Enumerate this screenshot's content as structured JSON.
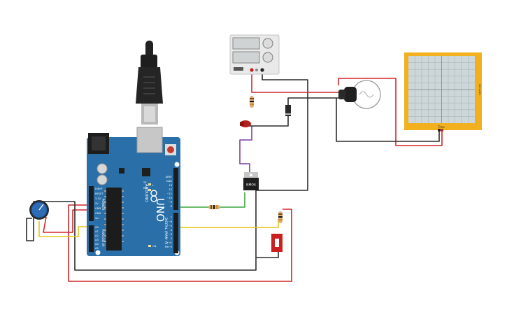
{
  "arduino": {
    "board_name": "UNO",
    "brand": "ARDUINO",
    "power_header": "POWER",
    "analog_header": "ANALOG IN",
    "digital_header": "DIGITAL (PWM ~)",
    "power_pins": [
      "IOREF",
      "RESET",
      "3.3V",
      "5V",
      "GND",
      "GND",
      "Vin"
    ],
    "analog_pins": [
      "A0",
      "A1",
      "A2",
      "A3",
      "A4",
      "A5"
    ],
    "digital_top_pins": [
      "AREF",
      "GND",
      "13",
      "12",
      "~11",
      "~10",
      "~9",
      "8"
    ],
    "digital_bottom_pins": [
      "7",
      "~6",
      "~5",
      "4",
      "~3",
      "2",
      "TX→1",
      "RX←0"
    ],
    "tx_label": "TX",
    "rx_label": "RX",
    "l_label": "L",
    "on_label": "ON"
  },
  "transistor": {
    "label": "NMOS"
  },
  "oscilloscope": {
    "corner_label": "Time",
    "side_label": "10ms/div"
  },
  "colors": {
    "wire_red": "#d0262a",
    "wire_black": "#2b2b2b",
    "wire_green": "#3aa53a",
    "wire_yellow": "#e8c51a",
    "wire_purple": "#7b3f9e",
    "board_blue": "#2a6fa8",
    "scope_orange": "#f2b01e"
  }
}
